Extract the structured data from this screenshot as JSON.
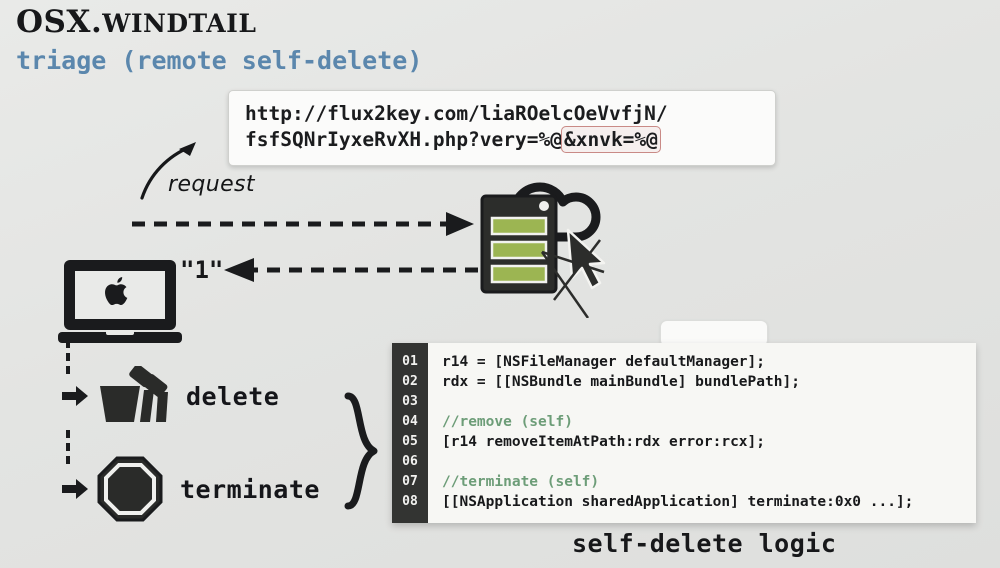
{
  "slide": {
    "title_main": "OSX.",
    "title_rest": "WINDTAIL",
    "subtitle": "triage (remote self-delete)",
    "background_color": "#e4e5e3",
    "accent_color": "#5b87ad"
  },
  "url_callout": {
    "line1": "http://flux2key.com/liaROelcOeVvfjN/",
    "line2_before": "fsfSQNrIyxeRvXH.php?very=%@",
    "line2_highlight": "&xnvk=%@",
    "highlight_color": "#c98a86"
  },
  "flow": {
    "request_label": "request",
    "response_label": "\"1\"",
    "request_icon": "curved-arrow-icon",
    "request_arrow_icon": "dashed-arrow-right-icon",
    "response_arrow_icon": "dashed-arrow-left-icon",
    "mac_icon": "macbook-apple-icon",
    "server_icon": "server-rack-icon",
    "cloud_icon": "cloud-icon",
    "cursor_icon": "mouse-cursor-icon"
  },
  "actions": [
    {
      "label": "delete",
      "icon": "shredded-paper-icon"
    },
    {
      "label": "terminate",
      "icon": "octagon-stop-icon"
    }
  ],
  "code": {
    "caption": "self-delete logic",
    "gutter_color": "#333432",
    "comment_color": "#6d9d78",
    "lines": [
      {
        "num": "01",
        "text": "r14 = [NSFileManager defaultManager];",
        "comment": false
      },
      {
        "num": "02",
        "text": "rdx = [[NSBundle mainBundle] bundlePath];",
        "comment": false
      },
      {
        "num": "03",
        "text": "",
        "comment": false
      },
      {
        "num": "04",
        "text": "//remove (self)",
        "comment": true
      },
      {
        "num": "05",
        "text": "[r14 removeItemAtPath:rdx error:rcx];",
        "comment": false
      },
      {
        "num": "06",
        "text": "",
        "comment": false
      },
      {
        "num": "07",
        "text": "//terminate (self)",
        "comment": true
      },
      {
        "num": "08",
        "text": "[[NSApplication sharedApplication] terminate:0x0 ...];",
        "comment": false
      }
    ]
  }
}
